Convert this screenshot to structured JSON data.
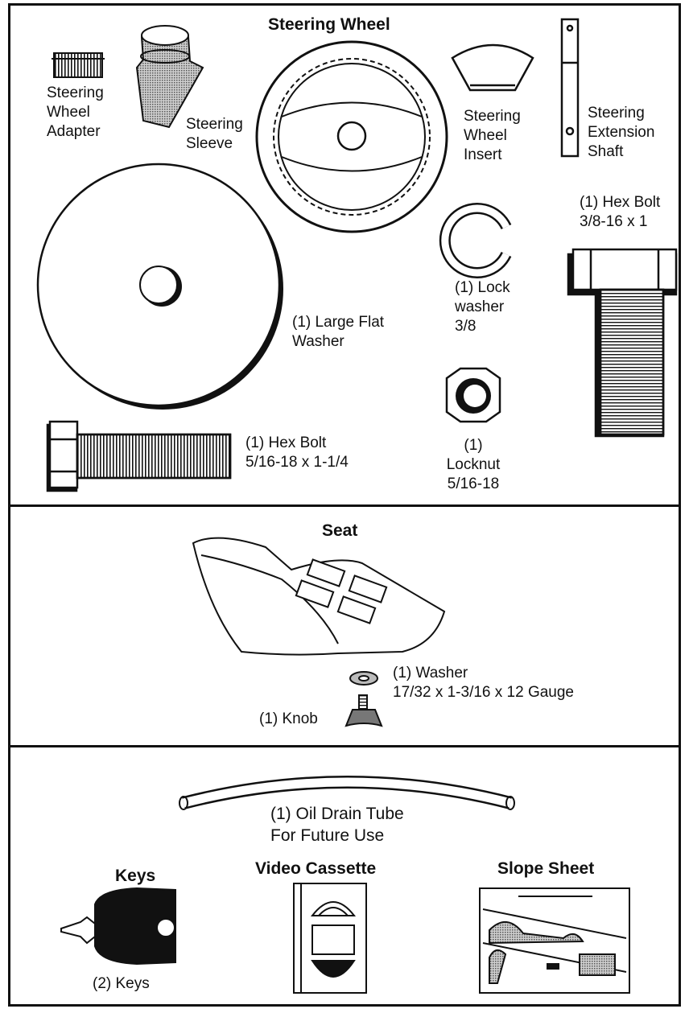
{
  "section1": {
    "title": "Steering Wheel",
    "adapter_label": "Steering\nWheel\nAdapter",
    "sleeve_label": "Steering\nSleeve",
    "insert_label": "Steering\nWheel\nInsert",
    "extension_label": "Steering\nExtension\nShaft",
    "large_washer_label": "(1) Large Flat\nWasher",
    "lock_washer_label": "(1) Lock\nwasher\n3/8",
    "hex_bolt_large_label": "(1) Hex Bolt\n3/8-16 x 1",
    "hex_bolt_small_label": "(1) Hex Bolt\n5/16-18 x 1-1/4",
    "locknut_label": "(1)\nLocknut\n5/16-18"
  },
  "section2": {
    "title": "Seat",
    "washer_label": "(1) Washer\n17/32 x 1-3/16 x 12 Gauge",
    "knob_label": "(1) Knob"
  },
  "section3": {
    "tube_label": "(1) Oil Drain Tube\nFor Future Use",
    "keys_title": "Keys",
    "keys_label": "(2) Keys",
    "video_title": "Video Cassette",
    "slope_title": "Slope Sheet"
  }
}
